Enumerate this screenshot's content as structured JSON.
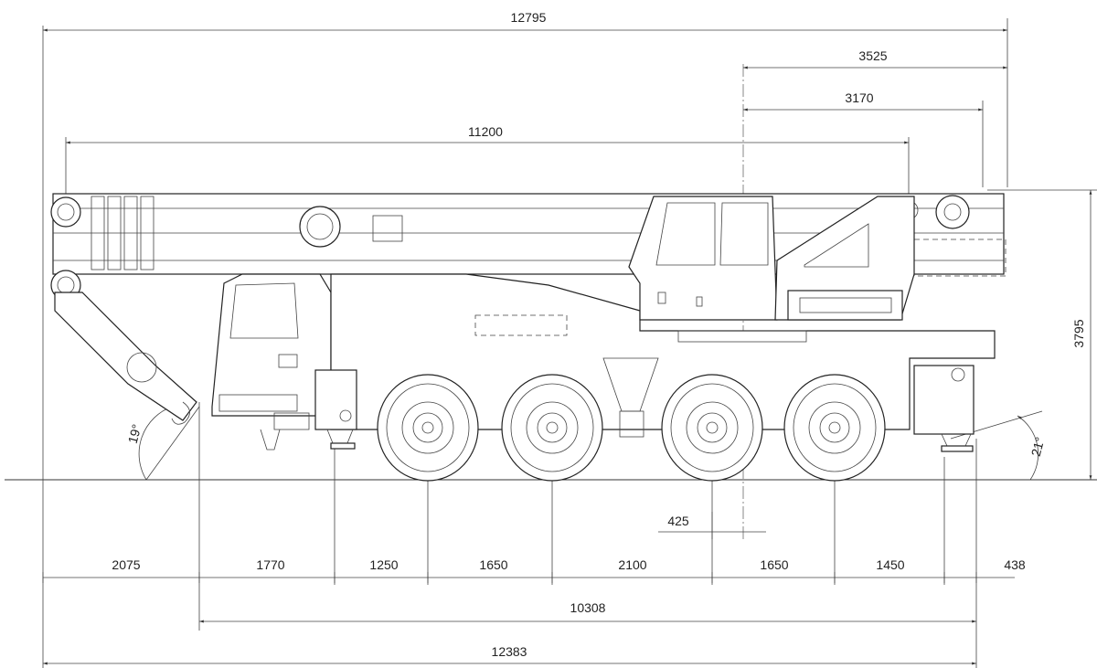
{
  "dimensions": {
    "overall_length": "12795",
    "rear_overhang_top": "3525",
    "superstructure_tail": "3170",
    "boom_length_transport": "11200",
    "height": "3795",
    "front_overhang": "2075",
    "front_to_axle_area": "1770",
    "to_first_axle": "1250",
    "axle_1_2": "1650",
    "axle_2_3": "2100",
    "axle_3_4": "1650",
    "rear_axle_to_outrigger": "1450",
    "rear_tail": "438",
    "slewing_offset": "425",
    "outrigger_span": "10308",
    "overall_base": "12383"
  },
  "angles": {
    "approach": "19°",
    "departure": "21°"
  }
}
